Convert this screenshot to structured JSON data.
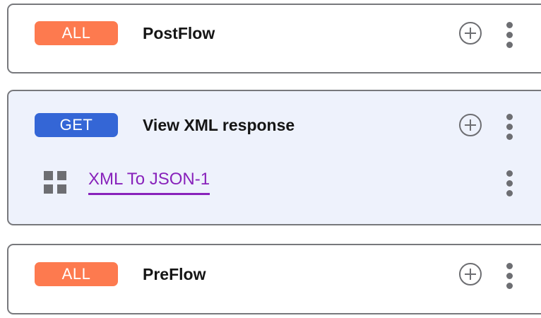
{
  "flows": [
    {
      "id": "postflow",
      "badge": "ALL",
      "badge_color": "#fd7a4f",
      "title": "PostFlow",
      "selected": false,
      "add_icon": "circle-plus-icon",
      "menu_icon": "kebab-menu-icon",
      "policies": []
    },
    {
      "id": "view-xml-response",
      "badge": "GET",
      "badge_color": "#3466d6",
      "title": "View XML response",
      "selected": true,
      "add_icon": "circle-plus-icon",
      "menu_icon": "kebab-menu-icon",
      "policies": [
        {
          "id": "xml-to-json-1",
          "name": "XML To JSON-1",
          "icon": "grid-policy-icon",
          "link_color": "#8822bb",
          "menu_icon": "kebab-menu-icon"
        }
      ]
    },
    {
      "id": "preflow",
      "badge": "ALL",
      "badge_color": "#fd7a4f",
      "title": "PreFlow",
      "selected": false,
      "add_icon": "circle-plus-icon",
      "menu_icon": "kebab-menu-icon",
      "policies": []
    }
  ],
  "theme": {
    "card_border": "#77787c",
    "card_background": "#ffffff",
    "card_background_selected": "#eef2fc",
    "icon_gray": "#6d6e72",
    "title_color": "#151515"
  }
}
